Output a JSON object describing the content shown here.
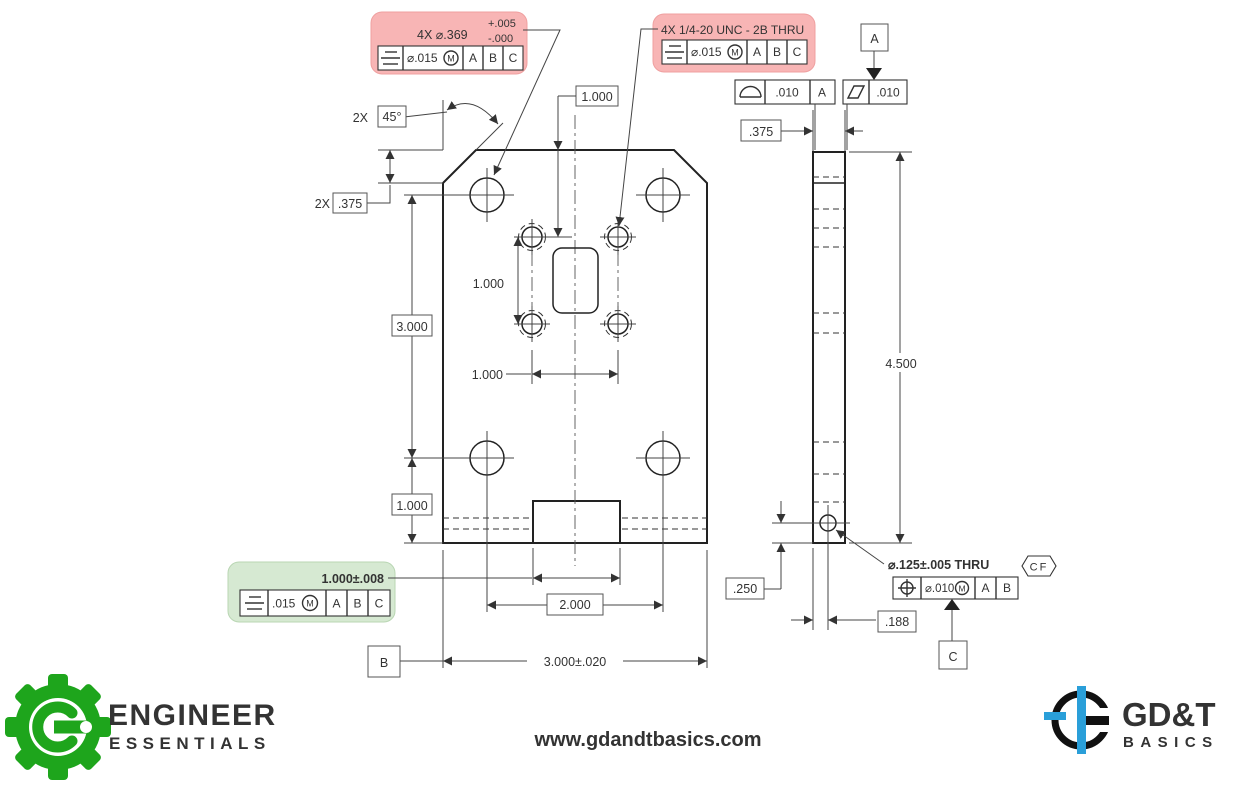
{
  "colors": {
    "line": "#222222",
    "dim_text": "#333333",
    "highlight_red": "#f8b5b5",
    "highlight_red_border": "#efa0a0",
    "highlight_green": "#d6e9d2",
    "highlight_green_border": "#b9d6b3",
    "brand_green": "#1ea51c",
    "brand_blue": "#2a9fd9",
    "brand_black": "#0d0d0d"
  },
  "drawing": {
    "datums": {
      "a": "A",
      "b": "B",
      "c": "C"
    },
    "callouts": {
      "pattern_holes": {
        "label": "4X ⌀.369",
        "tol_upper": "+.005",
        "tol_lower": "-.000",
        "fcf": {
          "tol": "⌀.015",
          "modifier": "M",
          "datum1": "A",
          "datum2": "B",
          "datum3": "C"
        }
      },
      "tapped_holes": {
        "label": "4X 1/4-20 UNC - 2B THRU",
        "fcf": {
          "tol": "⌀.015",
          "modifier": "M",
          "datum1": "A",
          "datum2": "B",
          "datum3": "C"
        }
      },
      "slot": {
        "label": "1.000±.008",
        "fcf": {
          "tol": ".015",
          "modifier": "M",
          "datum1": "A",
          "datum2": "B",
          "datum3": "C"
        }
      }
    },
    "fcf_profile": {
      "tol": ".010",
      "datum": "A"
    },
    "fcf_flatness": {
      "tol": ".010"
    },
    "fcf_position": {
      "tol": "⌀.010",
      "modifier": "M",
      "datum1": "A",
      "datum2": "B"
    },
    "notes": {
      "small_hole": "⌀.125±.005 THRU",
      "continuous_feature": "CF"
    },
    "front": {
      "dims": {
        "chamfer_qty": "2X",
        "chamfer_angle": "45°",
        "chamfer_depth_qty": "2X",
        "chamfer_depth": ".375",
        "top_to_tapped": "1.000",
        "tapped_vertical": "1.000",
        "tapped_horizontal": "1.000",
        "hole_rows": "3.000",
        "row_to_bottom": "1.000",
        "hole_columns": "2.000",
        "overall_width": "3.000±.020"
      }
    },
    "side": {
      "dims": {
        "thickness": ".375",
        "height": "4.500",
        "hole_to_bottom": ".250",
        "hole_to_face": ".188"
      }
    }
  },
  "footer": {
    "website": "www.gdandtbasics.com",
    "engineer_essentials": {
      "line1": "ENGINEER",
      "line2": "ESSENTIALS"
    },
    "gdt_basics": {
      "line1": "GD&T",
      "line2": "BASICS"
    }
  }
}
